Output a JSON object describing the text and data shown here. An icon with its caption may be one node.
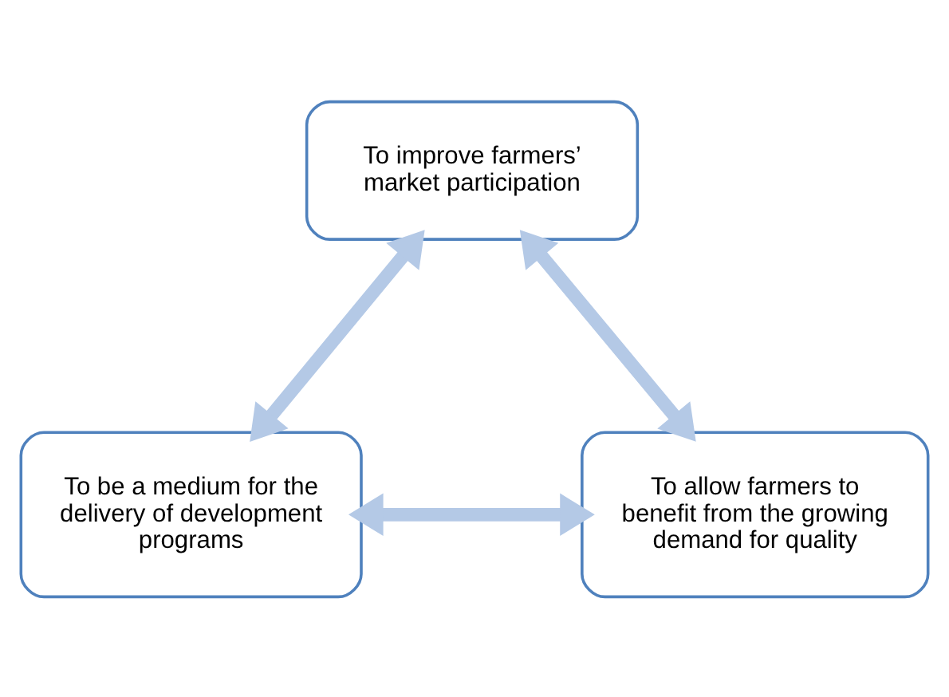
{
  "diagram": {
    "nodes": [
      {
        "text": [
          "To improve farmers’ market participation"
        ]
      },
      {
        "text": [
          "To allow farmers to benefit from the growing demand for quality"
        ]
      },
      {
        "text": [
          "To be a medium for the delivery of development programs"
        ]
      }
    ],
    "edges": [
      {
        "from": 1,
        "to": 0,
        "arrow": "both"
      },
      {
        "from": 0,
        "to": 2,
        "arrow": "both"
      },
      {
        "from": 1,
        "to": 2,
        "arrow": "both"
      }
    ]
  }
}
